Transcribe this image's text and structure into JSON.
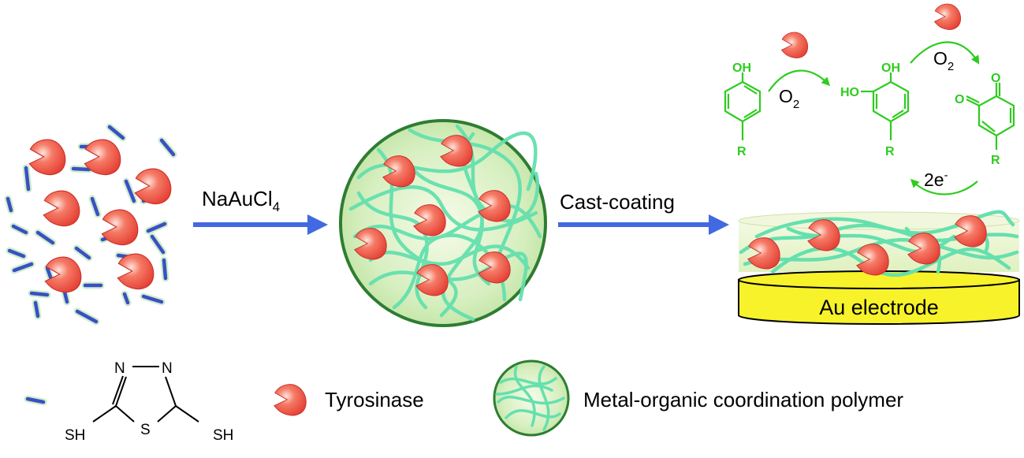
{
  "colors": {
    "enzyme": "#e8463c",
    "enzyme_highlight": "#ffd9d2",
    "ligand": "#3b4fc4",
    "ligand_glow": "#cdeecb",
    "arrow": "#4169e1",
    "polymer": "#64e0ae",
    "sphere_edge": "#2e7d32",
    "sphere_fill": "#d6f2c4",
    "reaction": "#2ecc1f",
    "electrode": "#f7f22a",
    "film": "#eaf5cf"
  },
  "steps": {
    "step1_reagent_main": "NaAuCl",
    "step1_reagent_sub": "4",
    "step2_label": "Cast-coating"
  },
  "electrode": {
    "label": "Au electrode"
  },
  "reaction": {
    "oh": "OH",
    "ho": "HO",
    "o": "O",
    "r": "R",
    "o2_main": "O",
    "o2_sub": "2",
    "electrons_main": "2e",
    "electrons_sup": "-"
  },
  "legend": {
    "n_left": "N",
    "n_right": "N",
    "s": "S",
    "sh_left": "SH",
    "sh_right": "SH",
    "tyrosinase": "Tyrosinase",
    "polymer": "Metal-organic coordination polymer"
  }
}
